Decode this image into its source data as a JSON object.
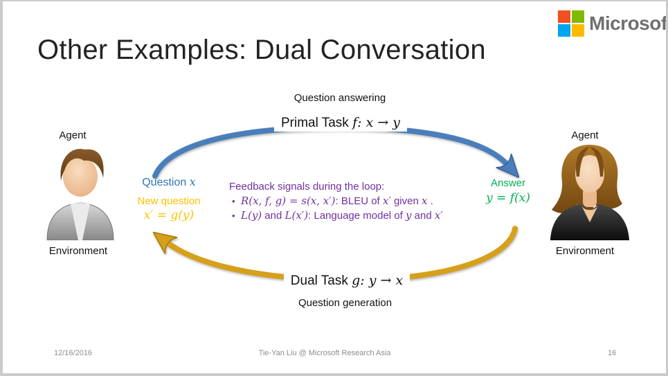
{
  "slide": {
    "title": "Other Examples: Dual Conversation",
    "footer": {
      "date": "12/16/2016",
      "credit": "Tie-Yan Liu @ Microsoft Research Asia",
      "slide_number": "16"
    }
  },
  "logo": {
    "text": "Microsoft",
    "colors": {
      "square1": "#F25022",
      "square2": "#7FBA00",
      "square3": "#00A4EF",
      "square4": "#FFB900",
      "text_gray": "#6F6F6F"
    }
  },
  "diagram": {
    "top_caption": "Question answering",
    "bottom_caption": "Question generation",
    "primal_label": "Primal Task ",
    "primal_math": "f: x → y",
    "dual_label": "Dual Task ",
    "dual_math": "g: y → x",
    "left_agent": {
      "top_label": "Agent",
      "bottom_label": "Environment"
    },
    "right_agent": {
      "top_label": "Agent",
      "bottom_label": "Environment"
    },
    "question_label": "Question ",
    "question_math": "x",
    "new_question_label": "New question",
    "new_question_math": "x′ = g(y)",
    "answer_label": "Answer",
    "answer_math": "y = f(x)",
    "feedback": {
      "heading": "Feedback signals during the loop:",
      "bullet_glyph": "•",
      "bullet1": {
        "m1": "R(x, f, g) = s(x, x′)",
        "r1": ": BLEU of ",
        "m2": "x′",
        "r2": " given ",
        "m3": "x",
        "r3": " ."
      },
      "bullet2": {
        "m1": "L(y)",
        "r1": " and ",
        "m2": "L(x′)",
        "r2": ": Language model of ",
        "m3": "y",
        "r3": " and ",
        "m4": "x′"
      }
    },
    "colors": {
      "question_blue": "#2E75B6",
      "new_question_gold": "#FFC000",
      "answer_green": "#00B050",
      "feedback_purple": "#7030A0",
      "arrow_blue": "#4A7EBB",
      "arrow_gold": "#D6A01B"
    }
  }
}
